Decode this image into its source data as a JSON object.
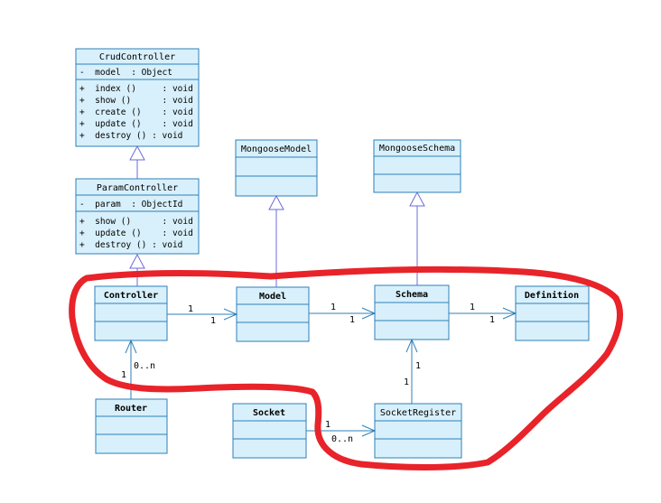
{
  "classes": {
    "crud_controller": {
      "name": "CrudController",
      "attributes": [
        "-  model  : Object"
      ],
      "operations": [
        "+  index ()     : void",
        "+  show ()      : void",
        "+  create ()    : void",
        "+  update ()    : void",
        "+  destroy () : void"
      ]
    },
    "param_controller": {
      "name": "ParamController",
      "attributes": [
        "-  param  : ObjectId"
      ],
      "operations": [
        "+  show ()      : void",
        "+  update ()    : void",
        "+  destroy () : void"
      ]
    },
    "mongoose_model": {
      "name": "MongooseModel"
    },
    "mongoose_schema": {
      "name": "MongooseSchema"
    },
    "controller": {
      "name": "Controller"
    },
    "model": {
      "name": "Model"
    },
    "schema": {
      "name": "Schema"
    },
    "definition": {
      "name": "Definition"
    },
    "router": {
      "name": "Router"
    },
    "socket": {
      "name": "Socket"
    },
    "socket_register": {
      "name": "SocketRegister"
    }
  },
  "multiplicities": {
    "controller_model_src": "1",
    "controller_model_dst": "1",
    "model_schema_src": "1",
    "model_schema_dst": "1",
    "schema_definition_src": "1",
    "schema_definition_dst": "1",
    "router_controller_src": "1",
    "router_controller_dst": "0..n",
    "socketregister_schema_src": "1",
    "socketregister_schema_dst": "1",
    "socket_socketregister_src": "1",
    "socket_socketregister_dst": "0..n"
  },
  "colors": {
    "class_fill": "#d8f0fb",
    "class_border": "#2d7fb8",
    "inheritance": "#6b6bd8",
    "highlight_scribble": "#e8232a"
  }
}
